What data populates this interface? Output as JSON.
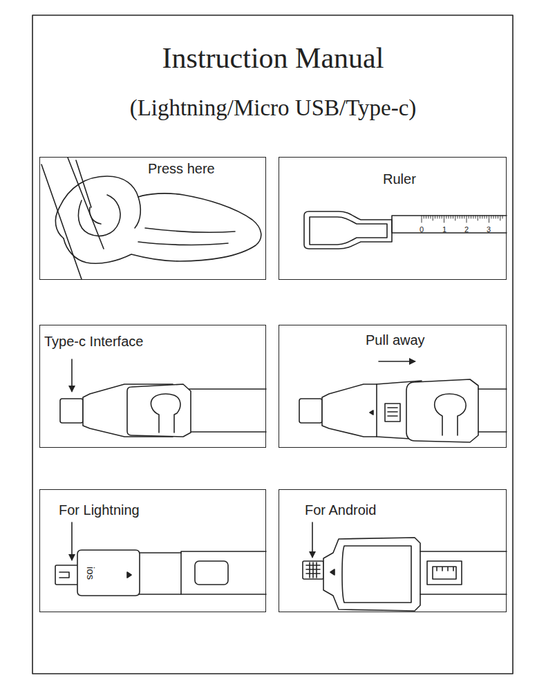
{
  "diagram": {
    "title": "Instruction Manual",
    "nodes": [
      {
        "text": [
          "Press here"
        ]
      },
      {
        "text": [
          "Ruler"
        ]
      },
      {
        "text": [
          "Type-c Interface"
        ]
      },
      {
        "text": [
          "Pull away"
        ]
      },
      {
        "text": [
          "For Lightning"
        ]
      },
      {
        "text": [
          "For Android"
        ]
      }
    ],
    "labels": [
      "(Lightning/Micro USB/Type-c)",
      "0",
      "1",
      "2",
      "3",
      "ios"
    ]
  }
}
